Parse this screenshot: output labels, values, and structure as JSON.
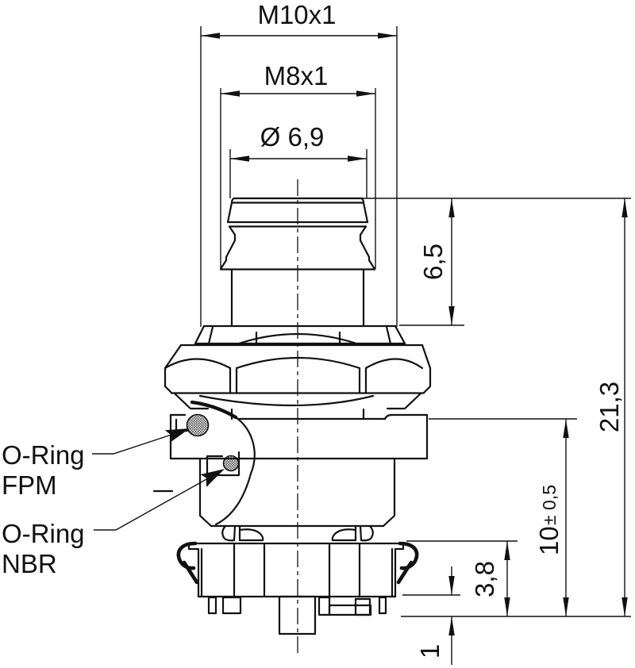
{
  "drawing": {
    "dimensions": {
      "thread_outer": "M10x1",
      "thread_inner": "M8x1",
      "tip_diameter": "Ø 6,9",
      "tip_height": "6,5",
      "overall_height": "21,3",
      "mount_height": "10",
      "mount_height_tolerance": "± 0,5",
      "flange_height": "3,8",
      "pin_protrusion": "1"
    },
    "callouts": {
      "oring_fpm": {
        "line1": "O-Ring",
        "line2": "FPM"
      },
      "oring_nbr": {
        "line1": "O-Ring",
        "line2": "NBR"
      }
    },
    "colors": {
      "line": "#111111",
      "background": "#ffffff"
    }
  }
}
